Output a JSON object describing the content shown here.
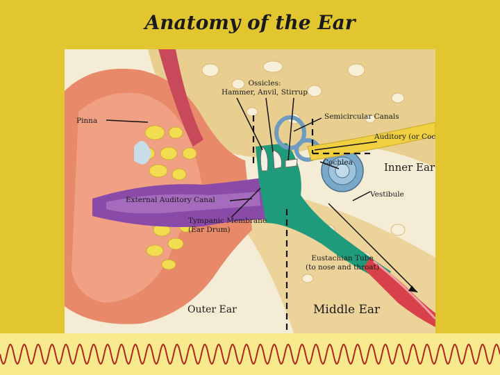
{
  "title": "Anatomy of the Ear",
  "labels": {
    "ossicles_line1": "Ossicles:",
    "ossicles_line2": "Hammer, Anvil, Stirrup",
    "pinna": "Pinna",
    "semicircular": "Semicircular Canals",
    "auditory_nerve": "Auditory (or Cochlear) Nerve",
    "cochlea": "Cochlea",
    "inner_ear": "Inner Ear",
    "vestibule": "Vestibule",
    "external_canal": "External Auditory Canal",
    "tympanic_line1": "Tympanic Membrane",
    "tympanic_line2": "(Ear Drum)",
    "eustachian_line1": "Eustachian Tube",
    "eustachian_line2": "(to nose and throat)",
    "outer_ear": "Outer Ear",
    "middle_ear": "Middle Ear"
  },
  "colors": {
    "slide_background": "#e2c62f",
    "bottom_band": "#f6ea8c",
    "wave_line": "#b0241c",
    "skin": "#e88a6a",
    "bone": "#e9cf8f",
    "fat": "#f2dc4f",
    "canal": "#8a4aa8",
    "middle_ear": "#1f9a7a",
    "cochlea": "#7aa8c8",
    "nerve": "#f0d040",
    "tube": "#d8404a"
  }
}
